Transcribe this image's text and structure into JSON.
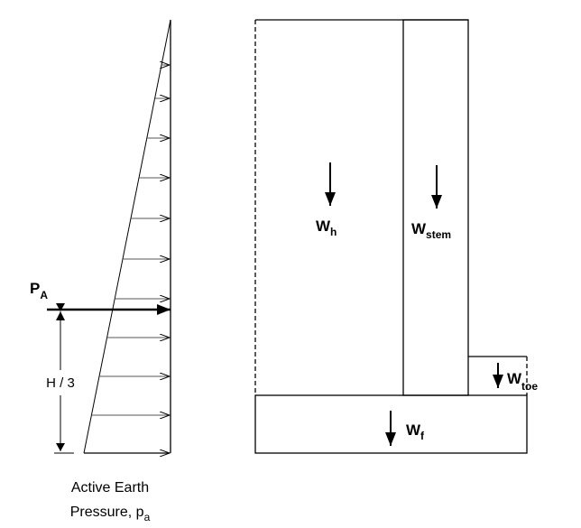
{
  "diagram": {
    "pressure": {
      "resultant_label": "P",
      "resultant_sub": "A",
      "height_label": "H / 3",
      "caption_line1": "Active Earth",
      "caption_line2": "Pressure, p",
      "caption_sub": "a"
    },
    "wall": {
      "heel_label": "W",
      "heel_sub": "h",
      "stem_label": "W",
      "stem_sub": "stem",
      "toe_label": "W",
      "toe_sub": "toe",
      "footing_label": "W",
      "footing_sub": "f"
    }
  }
}
